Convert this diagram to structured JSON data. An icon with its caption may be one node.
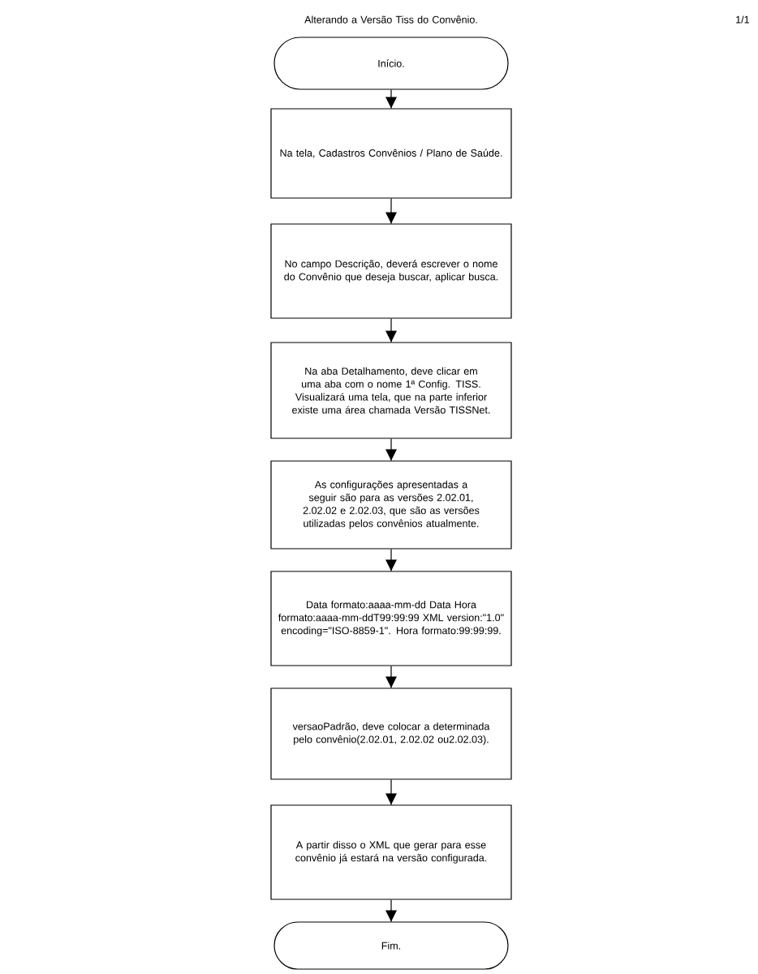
{
  "diagram": {
    "title": "Alterando a Versão Tiss do Convênio.",
    "nodes": [
      {
        "text": [
          "Início."
        ]
      },
      {
        "text": [
          "Na tela, Cadastros  Convênios / Plano de Saúde."
        ]
      },
      {
        "text": [
          "No campo Descrição, deverá escrever o nome do Convênio que deseja buscar, aplicar busca."
        ]
      },
      {
        "text": [
          "Na aba Detalhamento, deve clicar em uma aba com o nome 1ª Config. TISS. Visualizará uma tela, que na parte inferior existe uma área chamada Versão TISSNet."
        ]
      },
      {
        "text": [
          "As configurações apresentadas a seguir são para as versões 2.02.01, 2.02.02 e 2.02.03, que são as versões utilizadas pelos convênios atualmente."
        ]
      },
      {
        "text": [
          "Data formato:aaaa-mm-dd Data Hora formato:aaaa-mm-ddT99:99:99 XML version:\"1.0\" encoding=\"ISO-8859-1\". Hora formato:99:99:99."
        ]
      },
      {
        "text": [
          "versaoPadrão, deve colocar a determinada pelo convênio(2.02.01, 2.02.02 ou2.02.03)."
        ]
      },
      {
        "text": [
          "A partir disso o XML que gerar para esse convênio já estará na versão configurada."
        ]
      },
      {
        "text": [
          "Fim."
        ]
      }
    ],
    "edges": [
      {
        "from": 0,
        "to": 1,
        "arrow": "to"
      },
      {
        "from": 1,
        "to": 2,
        "arrow": "to"
      },
      {
        "from": 2,
        "to": 3,
        "arrow": "to"
      },
      {
        "from": 3,
        "to": 4,
        "arrow": "to"
      },
      {
        "from": 4,
        "to": 5,
        "arrow": "to"
      },
      {
        "from": 5,
        "to": 6,
        "arrow": "to"
      },
      {
        "from": 6,
        "to": 7,
        "arrow": "to"
      },
      {
        "from": 7,
        "to": 8,
        "arrow": "to"
      }
    ],
    "labels": [
      "1/1"
    ]
  }
}
